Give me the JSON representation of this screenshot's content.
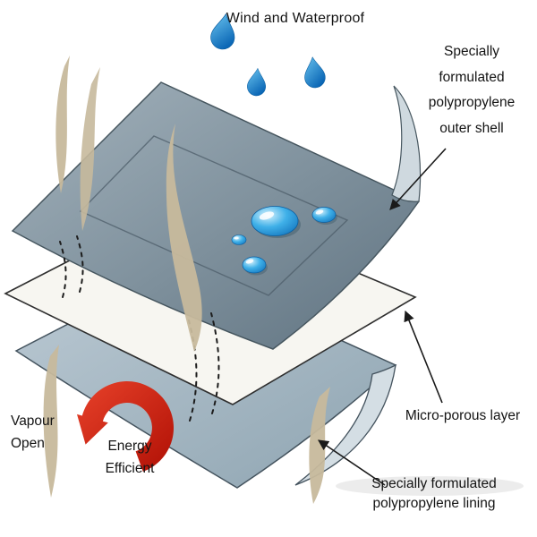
{
  "title": "Wind and Waterproof",
  "callouts": {
    "outer_shell": "Specially formulated polypropylene outer shell",
    "micro_porous": "Micro-porous layer",
    "lining": "Specially formulated polypropylene lining"
  },
  "side_labels": {
    "vapour_open": "Vapour Open",
    "energy_efficient": "Energy Efficient"
  },
  "icons": {
    "falling_drops": "water-drop-icon",
    "surface_drops": "water-bead-icon",
    "vapour_wisps": "vapour-wisp-icon",
    "energy_arrow": "curved-red-arrow-icon",
    "vapour_paths": "dashed-vapour-path"
  },
  "colors": {
    "drop_blue_light": "#6cc6f0",
    "drop_blue_dark": "#0a66b5",
    "outer_shell_gray_light": "#a3b2bc",
    "outer_shell_gray_dark": "#5f7280",
    "lining_gray_light": "#bccad4",
    "lining_gray_dark": "#8ea4b1",
    "micro_porous_white": "#f7f6f1",
    "energy_red": "#d42a12",
    "vapour_tan": "#c7b99c",
    "text": "#141414"
  }
}
